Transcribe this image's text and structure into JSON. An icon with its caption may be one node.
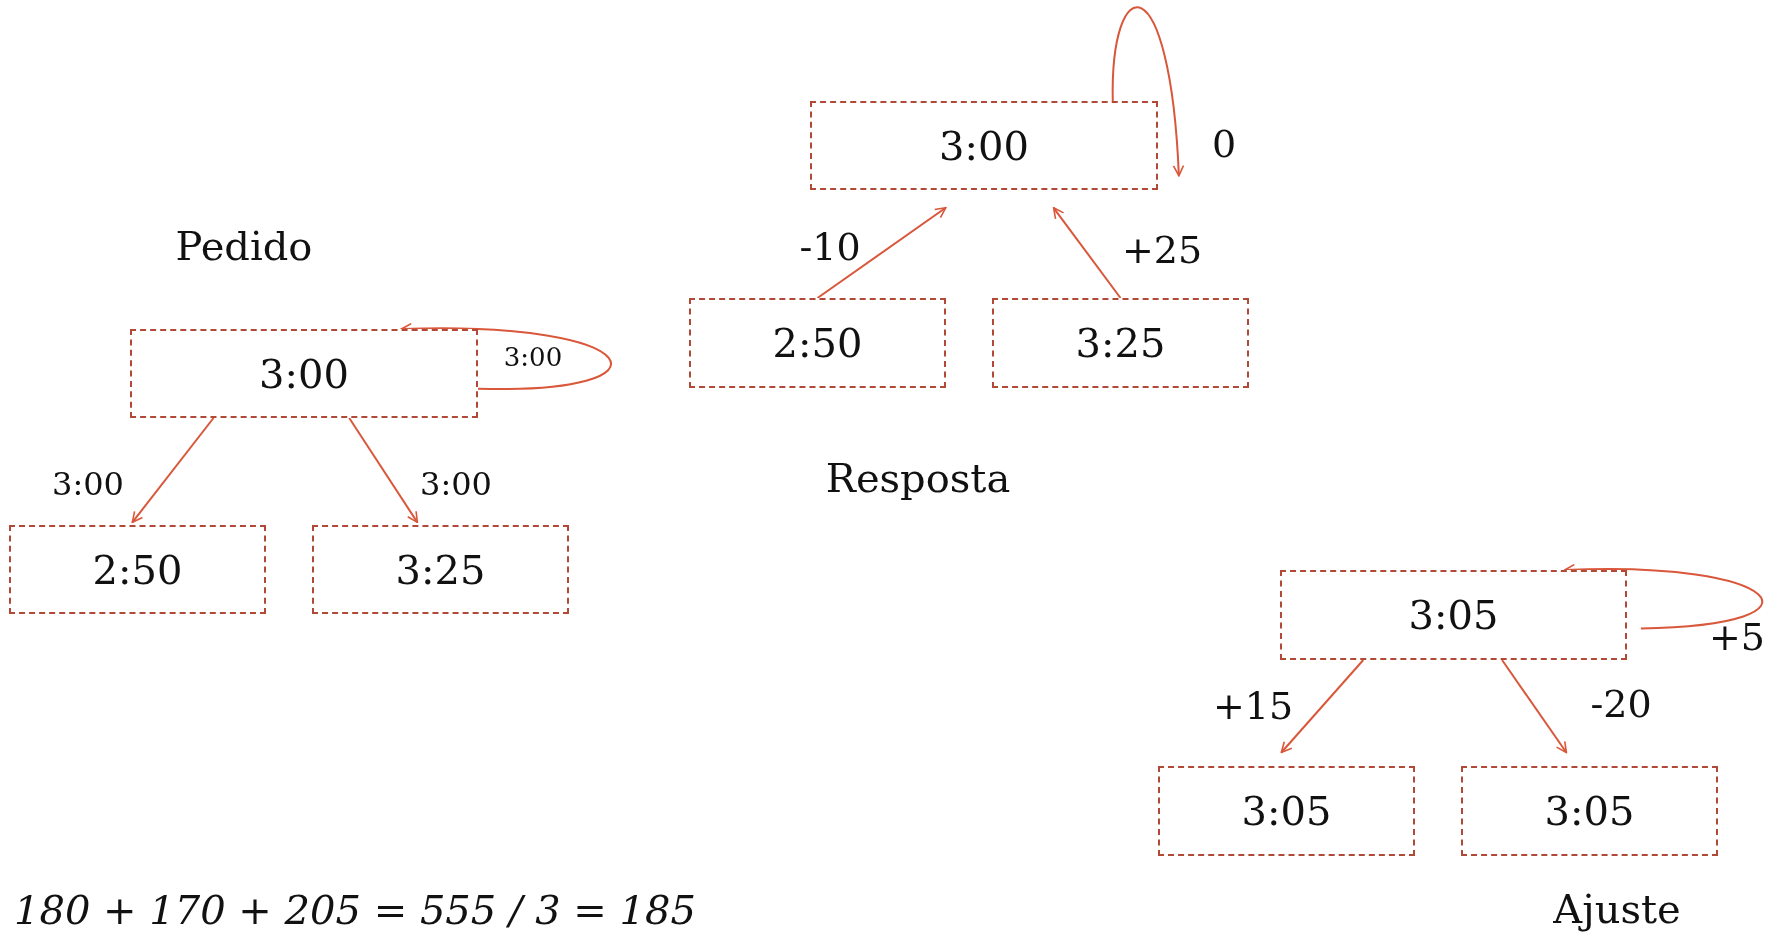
{
  "diagram": {
    "nodes": [
      {
        "text": [
          "3:00"
        ]
      },
      {
        "text": [
          "2:50"
        ]
      },
      {
        "text": [
          "3:25"
        ]
      },
      {
        "text": [
          "3:00"
        ]
      },
      {
        "text": [
          "2:50"
        ]
      },
      {
        "text": [
          "3:25"
        ]
      },
      {
        "text": [
          "3:05"
        ]
      },
      {
        "text": [
          "3:05"
        ]
      },
      {
        "text": [
          "3:05"
        ]
      }
    ],
    "edges": [
      {
        "from": 0,
        "to": 0,
        "arrow": "to",
        "label": "3:00"
      },
      {
        "from": 0,
        "to": 1,
        "arrow": "to",
        "label": "3:00"
      },
      {
        "from": 0,
        "to": 2,
        "arrow": "to",
        "label": "3:00"
      },
      {
        "from": 3,
        "to": 3,
        "arrow": "to",
        "label": "0"
      },
      {
        "from": 4,
        "to": 3,
        "arrow": "to",
        "label": "-10"
      },
      {
        "from": 5,
        "to": 3,
        "arrow": "to",
        "label": "+25"
      },
      {
        "from": 6,
        "to": 6,
        "arrow": "to",
        "label": "+5"
      },
      {
        "from": 6,
        "to": 7,
        "arrow": "to",
        "label": "+15"
      },
      {
        "from": 6,
        "to": 8,
        "arrow": "to",
        "label": "-20"
      }
    ],
    "labels": [
      "Pedido",
      "Resposta",
      "180 + 170 + 205 = 555 / 3 = 185",
      "Ajuste"
    ]
  }
}
